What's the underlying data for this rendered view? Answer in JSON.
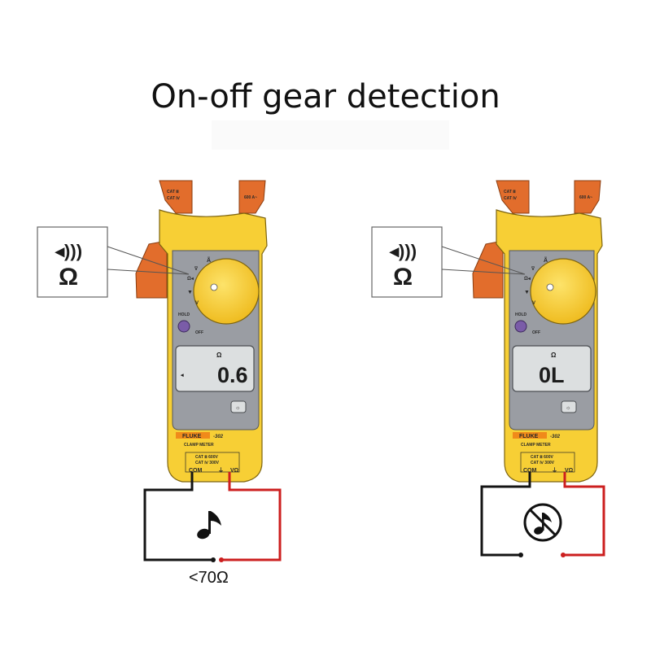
{
  "title": "On-off gear detection",
  "meters": [
    {
      "side": "left",
      "callout_symbol": "Ω",
      "lcd_unit": "Ω",
      "lcd_value": "0.6",
      "lcd_beeper": "◂",
      "brand": "FLUKE",
      "model": "-302",
      "product": "CLAMP METER",
      "cat_iii": "CAT Ⅲ 600V",
      "cat_iv": "CAT Ⅳ 300V",
      "jack_com": "COM",
      "jack_v": "VΩ",
      "hold": "HOLD",
      "off": "OFF",
      "result": "beep",
      "resistance_label": "<70Ω"
    },
    {
      "side": "right",
      "callout_symbol": "Ω",
      "lcd_unit": "Ω",
      "lcd_value": "0L",
      "brand": "FLUKE",
      "model": "-302",
      "product": "CLAMP METER",
      "cat_iii": "CAT Ⅲ 600V",
      "cat_iv": "CAT Ⅳ 300V",
      "jack_com": "COM",
      "jack_v": "VΩ",
      "hold": "HOLD",
      "off": "OFF",
      "result": "no-beep"
    }
  ],
  "colors": {
    "body_yellow": "#f7cf35",
    "jaw_orange": "#e26d2c",
    "panel_gray": "#9a9da3",
    "lcd": "#dcdfe0",
    "lead_black": "#141414",
    "lead_red": "#cc1f1f"
  }
}
